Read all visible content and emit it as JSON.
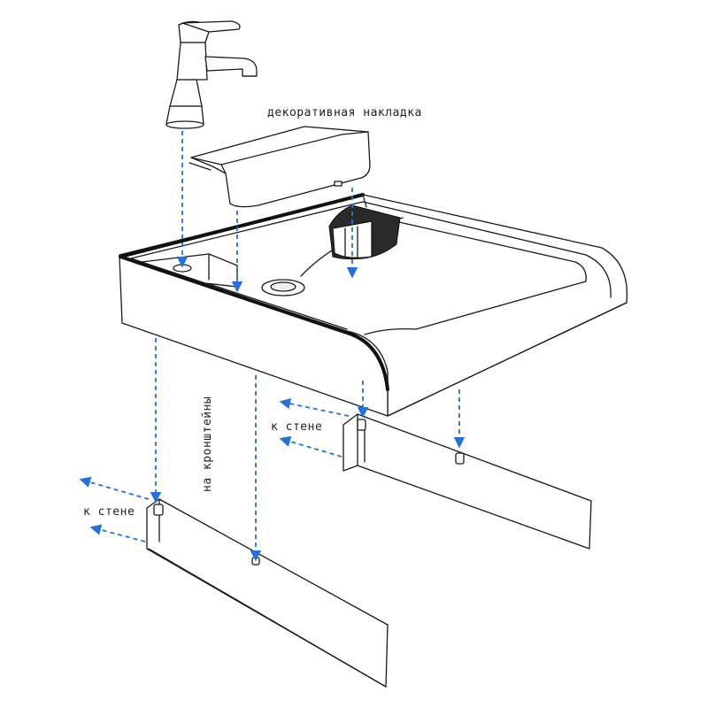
{
  "labels": {
    "decor_overlay": "декоративная накладка",
    "to_wall_right": "к стене",
    "to_wall_left": "к стене",
    "on_brackets": "на кронштейны"
  },
  "colors": {
    "arrow": "#2a6fd6",
    "line": "#1a1a1a",
    "background": "#ffffff"
  }
}
